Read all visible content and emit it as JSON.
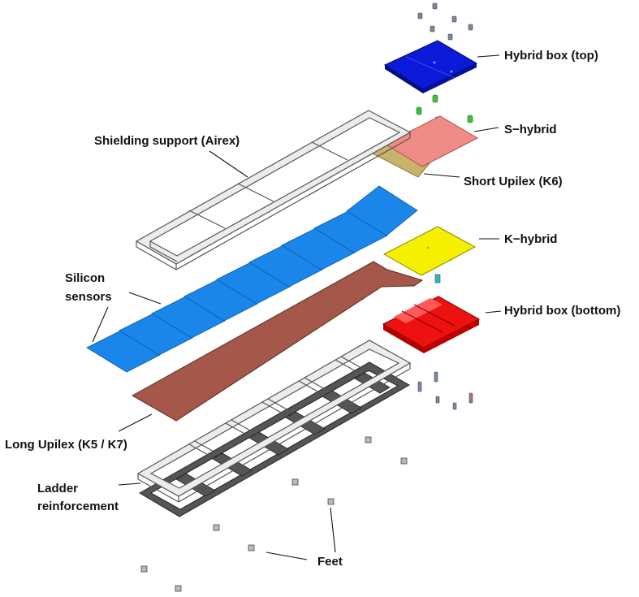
{
  "labels": {
    "hybrid_box_top": "Hybrid box (top)",
    "s_hybrid": "S−hybrid",
    "shielding_support": "Shielding support (Airex)",
    "short_upilex": "Short Upilex (K6)",
    "k_hybrid": "K−hybrid",
    "silicon_line1": "Silicon",
    "silicon_line2": "sensors",
    "hybrid_box_bottom": "Hybrid box (bottom)",
    "long_upilex": "Long Upilex (K5 / K7)",
    "ladder_line1": "Ladder",
    "ladder_line2": "reinforcement",
    "feet": "Feet"
  },
  "colors": {
    "hybrid_box_top": "#0a1ad8",
    "s_hybrid": "#f08c86",
    "short_upilex": "#c9b36a",
    "k_hybrid": "#f4f000",
    "silicon": "#1a86ea",
    "long_upilex": "#a5584a",
    "hybrid_box_bottom": "#ee1111",
    "frame": "#ececec",
    "dark_frame": "#555555"
  }
}
